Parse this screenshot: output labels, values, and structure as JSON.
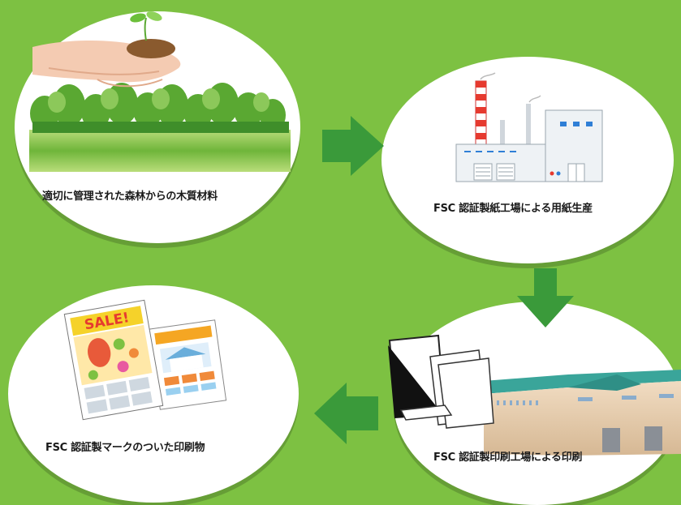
{
  "steps": [
    {
      "label": "適切に管理された森林からの木質材料",
      "icon": "forest-icon"
    },
    {
      "label": "FSC 認証製紙工場による用紙生産",
      "icon": "paper-mill-icon"
    },
    {
      "label": "FSC 認証製印刷工場による印刷",
      "icon": "print-factory-icon"
    },
    {
      "label": "FSC 認証製マークのついた印刷物",
      "icon": "printed-matter-icon"
    }
  ],
  "flyer": {
    "sale_text": "SALE!"
  },
  "colors": {
    "background": "#7dc142",
    "arrow": "#3a9a3a",
    "ellipse": "#ffffff"
  }
}
